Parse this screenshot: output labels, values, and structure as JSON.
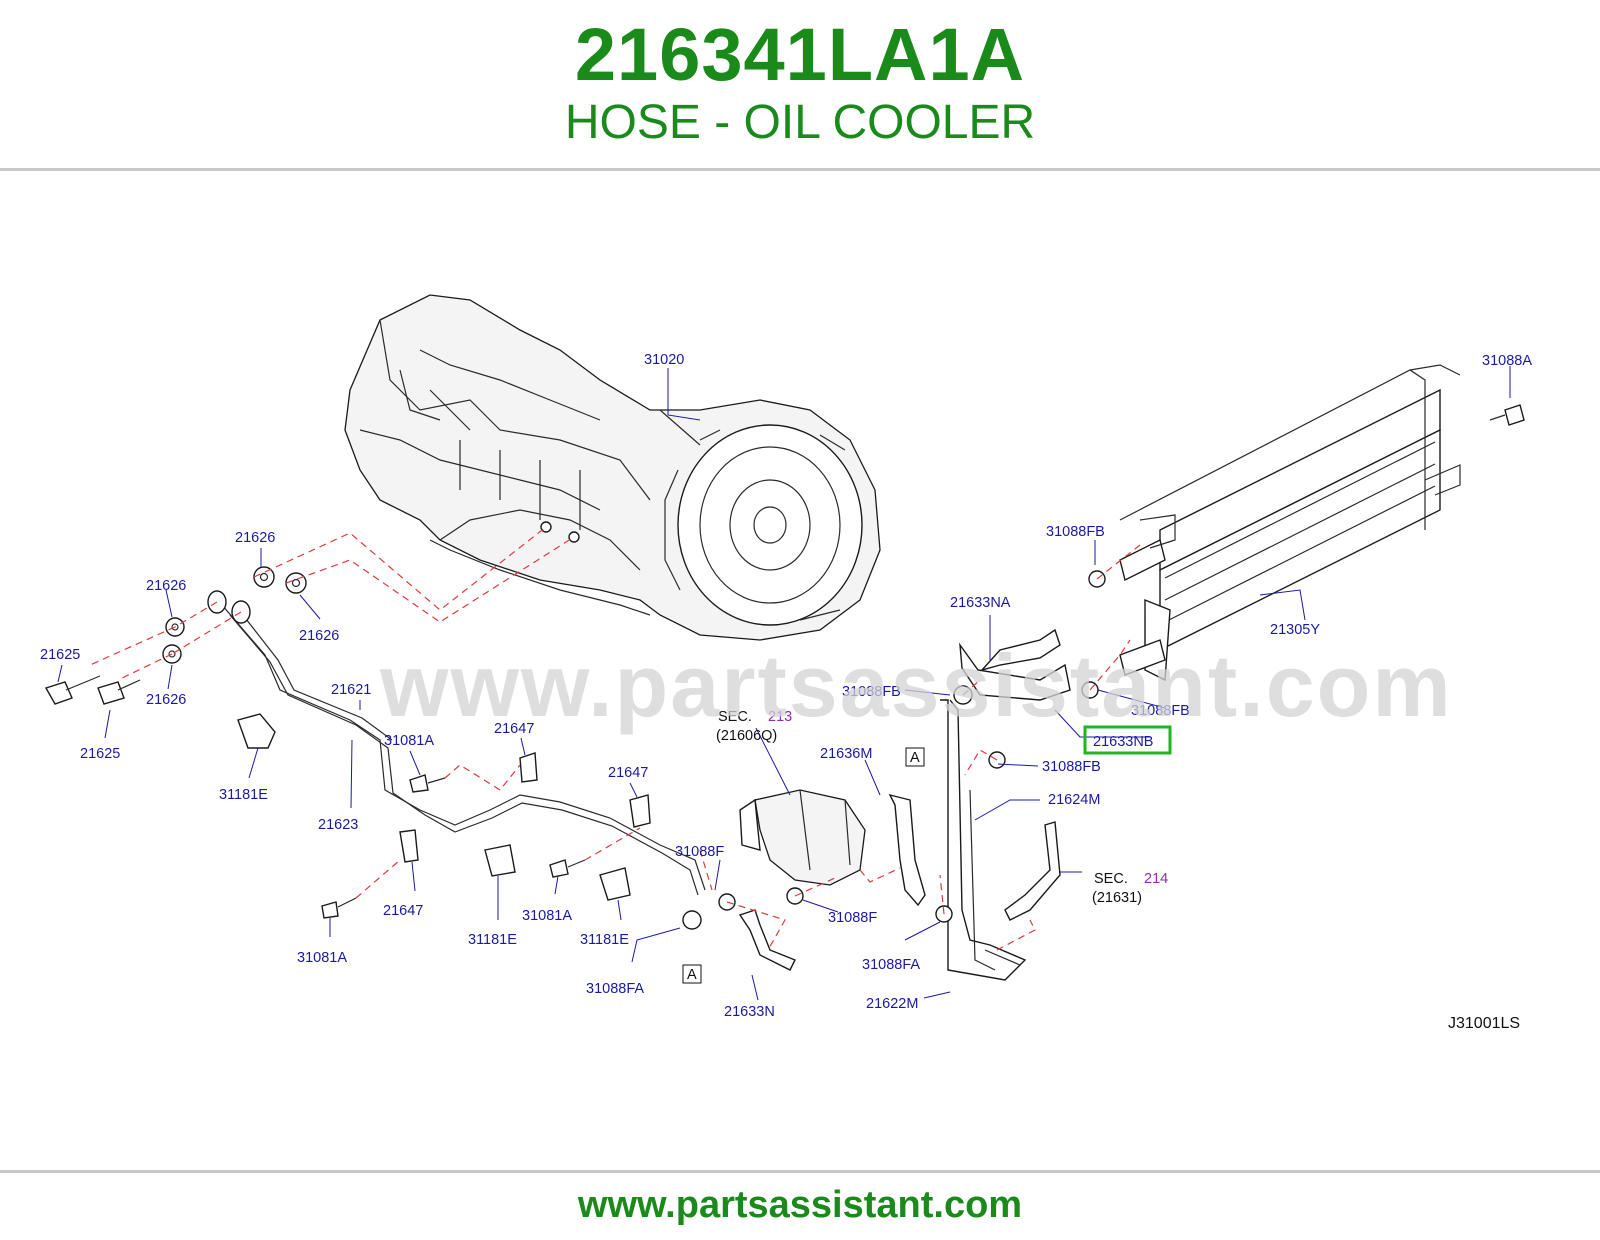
{
  "header": {
    "part_number": "216341LA1A",
    "part_name": "HOSE - OIL COOLER"
  },
  "watermark": "www.partsassistant.com",
  "footer": {
    "url": "www.partsassistant.com"
  },
  "diagram": {
    "code": "J31001LS",
    "highlight_color": "#22b322",
    "labels": {
      "l31020": "31020",
      "l31088A": "31088A",
      "l31088FB_1": "31088FB",
      "l21633NA": "21633NA",
      "l21305Y": "21305Y",
      "l31088FB_2": "31088FB",
      "l31088FB_3": "31088FB",
      "l21633NB": "21633NB",
      "l31088FB_4": "31088FB",
      "l21624M": "21624M",
      "l21626_1": "21626",
      "l21626_2": "21626",
      "l21626_3": "21626",
      "l21626_4": "21626",
      "l21625_1": "21625",
      "l21625_2": "21625",
      "l21621": "21621",
      "l21623": "21623",
      "l31181E_1": "31181E",
      "l31081A_1": "31081A",
      "l21647_1": "21647",
      "l21647_2": "21647",
      "l21647_3": "21647",
      "l31081A_2": "31081A",
      "l31081A_3": "31081A",
      "l31181E_2": "31181E",
      "l31181E_3": "31181E",
      "l31088F_1": "31088F",
      "l31088FA_1": "31088FA",
      "l21633N": "21633N",
      "l31088F_2": "31088F",
      "l21636M": "21636M",
      "l31088FA_2": "31088FA",
      "l21622M": "21622M",
      "sec213_prefix": "SEC.",
      "sec213_num": "213",
      "sec213_sub": "(21606Q)",
      "sec214_prefix": "SEC.",
      "sec214_num": "214",
      "sec214_sub": "(21631)",
      "ref_a_1": "A",
      "ref_a_2": "A"
    }
  }
}
